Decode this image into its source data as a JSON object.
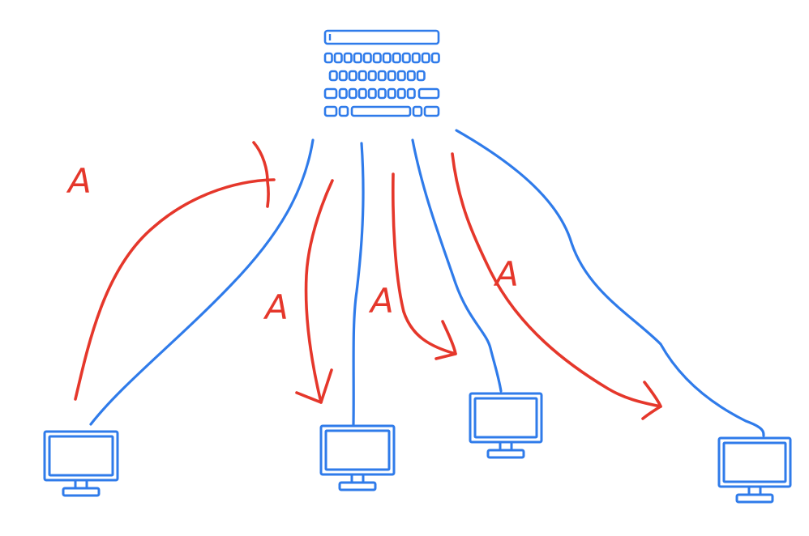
{
  "diagram": {
    "colors": {
      "device": "#2F7BEA",
      "connection": "#2F7BEA",
      "annotation": "#E5372B"
    },
    "source_icon": "keyboard-icon",
    "target_icon": "monitor-icon",
    "annotation_labels": [
      "A",
      "A",
      "A",
      "A"
    ]
  }
}
